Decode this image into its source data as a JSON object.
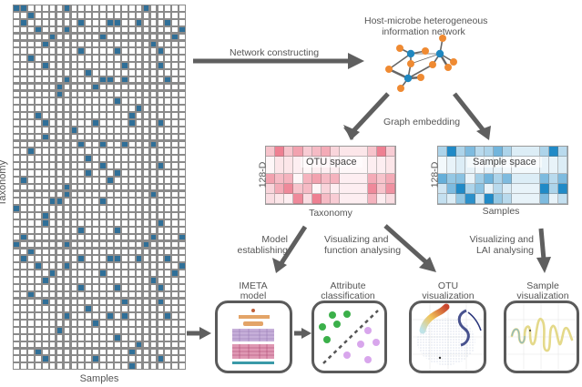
{
  "colors": {
    "grid_on": "#2f6f98",
    "grid_line": "#8a8a8a",
    "arrow": "#5f5f5f",
    "node_orange": "#ef8a32",
    "node_blue": "#1f87c0",
    "otu_heat": "#e8566e",
    "sample_heat": "#1484c4",
    "green_point": "#3bb04a",
    "purple_point": "#d8a6ec",
    "panel_border": "#5a5a5a"
  },
  "matrix": {
    "x_label": "Samples",
    "y_label": "Taxonomy",
    "columns": 24,
    "rows": 51,
    "filled_cells": [
      [
        0,
        0
      ],
      [
        0,
        1
      ],
      [
        0,
        7
      ],
      [
        0,
        18
      ],
      [
        1,
        2
      ],
      [
        2,
        1
      ],
      [
        2,
        9
      ],
      [
        2,
        13
      ],
      [
        2,
        14
      ],
      [
        2,
        17
      ],
      [
        2,
        21
      ],
      [
        3,
        3
      ],
      [
        3,
        7
      ],
      [
        3,
        23
      ],
      [
        4,
        5
      ],
      [
        4,
        12
      ],
      [
        4,
        22
      ],
      [
        5,
        4
      ],
      [
        5,
        19
      ],
      [
        6,
        9
      ],
      [
        6,
        14
      ],
      [
        6,
        20
      ],
      [
        7,
        2
      ],
      [
        8,
        4
      ],
      [
        8,
        15
      ],
      [
        8,
        20
      ],
      [
        9,
        10
      ],
      [
        10,
        7
      ],
      [
        10,
        12
      ],
      [
        10,
        13
      ],
      [
        10,
        15
      ],
      [
        10,
        21
      ],
      [
        11,
        6
      ],
      [
        11,
        11
      ],
      [
        12,
        6
      ],
      [
        13,
        14
      ],
      [
        14,
        17
      ],
      [
        15,
        3
      ],
      [
        15,
        16
      ],
      [
        16,
        4
      ],
      [
        16,
        11
      ],
      [
        16,
        16
      ],
      [
        16,
        20
      ],
      [
        17,
        8
      ],
      [
        18,
        4
      ],
      [
        19,
        9
      ],
      [
        19,
        12
      ],
      [
        19,
        15
      ],
      [
        19,
        19
      ],
      [
        20,
        2
      ],
      [
        21,
        10
      ],
      [
        22,
        12
      ],
      [
        22,
        20
      ],
      [
        23,
        10
      ],
      [
        23,
        14
      ],
      [
        24,
        1
      ],
      [
        24,
        13
      ],
      [
        25,
        7
      ],
      [
        26,
        7
      ],
      [
        26,
        19
      ],
      [
        27,
        5
      ],
      [
        27,
        6
      ],
      [
        27,
        12
      ],
      [
        28,
        0
      ],
      [
        29,
        4
      ],
      [
        30,
        4
      ],
      [
        30,
        20
      ],
      [
        31,
        9
      ],
      [
        31,
        14
      ],
      [
        32,
        1
      ],
      [
        32,
        19
      ],
      [
        32,
        23
      ],
      [
        33,
        0
      ],
      [
        33,
        7
      ],
      [
        33,
        18
      ],
      [
        34,
        2
      ],
      [
        35,
        1
      ],
      [
        35,
        9
      ],
      [
        35,
        13
      ],
      [
        35,
        14
      ],
      [
        35,
        17
      ],
      [
        35,
        21
      ],
      [
        36,
        3
      ],
      [
        36,
        7
      ],
      [
        36,
        23
      ],
      [
        37,
        5
      ],
      [
        37,
        12
      ],
      [
        37,
        22
      ],
      [
        38,
        4
      ],
      [
        38,
        19
      ],
      [
        39,
        9
      ],
      [
        39,
        14
      ],
      [
        39,
        20
      ],
      [
        40,
        2
      ],
      [
        41,
        4
      ],
      [
        41,
        15
      ],
      [
        41,
        20
      ],
      [
        42,
        10
      ],
      [
        43,
        7
      ],
      [
        43,
        13
      ],
      [
        43,
        15
      ],
      [
        43,
        21
      ],
      [
        44,
        11
      ],
      [
        45,
        6
      ],
      [
        46,
        14
      ],
      [
        47,
        17
      ],
      [
        48,
        3
      ],
      [
        48,
        16
      ],
      [
        49,
        4
      ],
      [
        49,
        11
      ],
      [
        49,
        20
      ],
      [
        50,
        16
      ]
    ]
  },
  "arrows": {
    "network_constructing": "Network constructing",
    "graph_embedding": "Graph embedding",
    "model_establishing": [
      "Model",
      "establishing"
    ],
    "visualizing_function": [
      "Visualizing and",
      "function analysing"
    ],
    "visualizing_lai": [
      "Visualizing and",
      "LAI analysing"
    ]
  },
  "network": {
    "title": [
      "Host-microbe heterogeneous",
      "information network"
    ]
  },
  "otu_space": {
    "label": "OTU space",
    "y_label": "128-D",
    "x_label": "Taxonomy",
    "intensities": [
      [
        0.35,
        0.75,
        0.35,
        0.55,
        0.3,
        0.4,
        0.5,
        0.25,
        0.15,
        0.35,
        0.75,
        0.3
      ],
      [
        0.05,
        0.15,
        0.15,
        0.1,
        0.05,
        0.1,
        0.1,
        0.1,
        0.05,
        0.1,
        0.1,
        0.15
      ],
      [
        0.55,
        0.4,
        0.45,
        0.05,
        0.45,
        0.55,
        0.4,
        0.45,
        0.1,
        0.5,
        0.35,
        0.5
      ],
      [
        0.25,
        0.5,
        0.7,
        0.35,
        0.4,
        0.05,
        0.25,
        0.1,
        0.1,
        0.7,
        0.35,
        0.65
      ],
      [
        0.2,
        0.15,
        0.1,
        0.7,
        0.2,
        0.75,
        0.4,
        0.3,
        0.1,
        0.45,
        0.1,
        0.2
      ]
    ]
  },
  "sample_space": {
    "label": "Sample space",
    "y_label": "128-D",
    "x_label": "Samples",
    "intensities": [
      [
        0.35,
        0.95,
        0.35,
        0.55,
        0.3,
        0.35,
        0.6,
        0.35,
        0.15,
        0.35,
        0.95,
        0.3
      ],
      [
        0.05,
        0.1,
        0.15,
        0.1,
        0.05,
        0.1,
        0.1,
        0.05,
        0.05,
        0.1,
        0.1,
        0.15
      ],
      [
        0.65,
        0.45,
        0.5,
        0.1,
        0.4,
        0.6,
        0.35,
        0.55,
        0.15,
        0.55,
        0.3,
        0.55
      ],
      [
        0.2,
        0.55,
        0.95,
        0.35,
        0.5,
        0.1,
        0.3,
        0.15,
        0.1,
        0.95,
        0.35,
        0.95
      ],
      [
        0.25,
        0.15,
        0.45,
        0.9,
        0.2,
        0.95,
        0.45,
        0.3,
        0.1,
        0.55,
        0.1,
        0.25
      ]
    ]
  },
  "panels": [
    {
      "title": [
        "IMETA",
        "model"
      ]
    },
    {
      "title": [
        "Attribute",
        "classification"
      ]
    },
    {
      "title": [
        "OTU",
        "visualization"
      ]
    },
    {
      "title": [
        "Sample",
        "visualization"
      ]
    }
  ]
}
